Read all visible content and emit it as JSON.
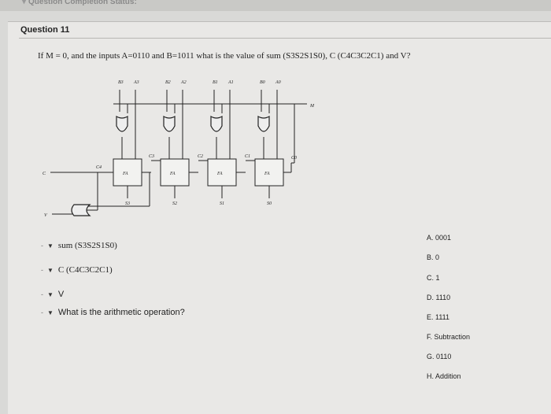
{
  "status": {
    "label": "Question Completion Status:"
  },
  "question": {
    "title": "Question 11",
    "text": "If M = 0, and the inputs A=0110 and B=1011 what is the value of sum (S3S2S1S0), C (C4C3C2C1) and V?"
  },
  "diagram": {
    "b_labels": [
      "B3",
      "B2",
      "B1",
      "B0"
    ],
    "a_labels": [
      "A3",
      "A2",
      "A1",
      "A0"
    ],
    "fa_label": "FA",
    "carry_labels": [
      "C4",
      "C3",
      "C2",
      "C1",
      "C0"
    ],
    "sum_labels": [
      "S3",
      "S2",
      "S1",
      "S0"
    ],
    "m_label": "M",
    "c_label": "C",
    "v_label": "V"
  },
  "matches": [
    {
      "label": "sum (S3S2S1S0)"
    },
    {
      "label": "C (C4C3C2C1)"
    },
    {
      "label": "V"
    },
    {
      "label": "What is the arithmetic operation?"
    }
  ],
  "options": [
    "A. 0001",
    "B. 0",
    "C. 1",
    "D. 1110",
    "E. 1111",
    "F. Subtraction",
    "G. 0110",
    "H. Addition"
  ]
}
